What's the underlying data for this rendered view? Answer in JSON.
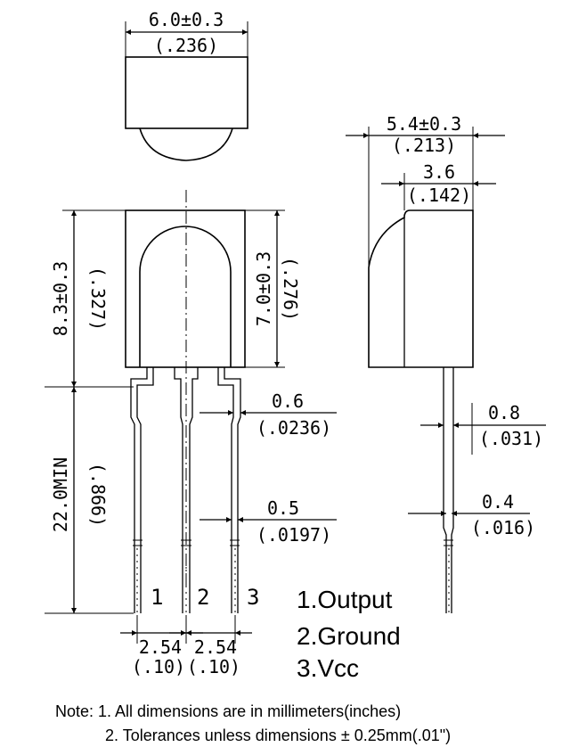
{
  "dimensions": {
    "top_width": {
      "mm": "6.0±0.3",
      "inch": "(.236)"
    },
    "side_depth": {
      "mm": "5.4±0.3",
      "inch": "(.213)"
    },
    "side_lens": {
      "mm": "3.6",
      "inch": "(.142)"
    },
    "body_height": {
      "mm": "8.3±0.3",
      "inch": "(.327)"
    },
    "lens_height": {
      "mm": "7.0±0.3",
      "inch": "(.276)"
    },
    "lead_length": {
      "mm": "22.0MIN",
      "inch": "(.866)"
    },
    "lead_width_upper": {
      "mm": "0.6",
      "inch": "(.0236)"
    },
    "lead_width_lower": {
      "mm": "0.5",
      "inch": "(.0197)"
    },
    "side_lead_upper": {
      "mm": "0.8",
      "inch": "(.031)"
    },
    "side_lead_lower": {
      "mm": "0.4",
      "inch": "(.016)"
    },
    "pitch_left": {
      "mm": "2.54",
      "inch": "(.10)"
    },
    "pitch_right": {
      "mm": "2.54",
      "inch": "(.10)"
    }
  },
  "pin_numbers": [
    "1",
    "2",
    "3"
  ],
  "pin_labels": [
    "1.Output",
    "2.Ground",
    "3.Vcc"
  ],
  "notes": [
    "Note: 1. All dimensions are in millimeters(inches)",
    "2. Tolerances unless dimensions ± 0.25mm(.01\")"
  ]
}
